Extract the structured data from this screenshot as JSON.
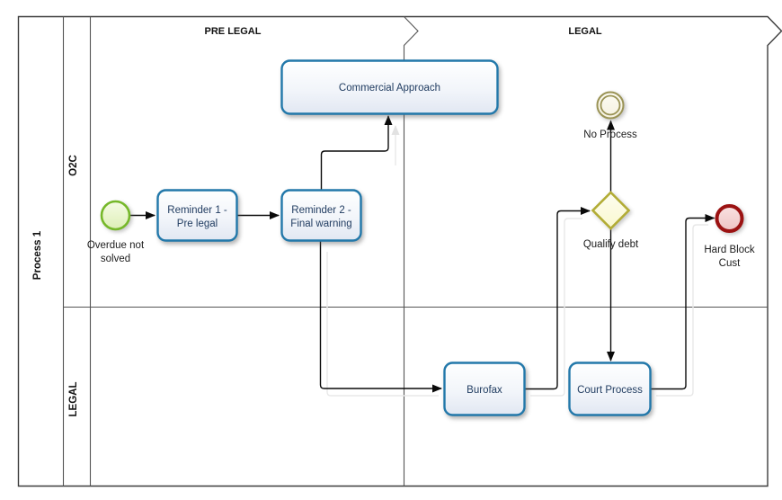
{
  "pool": {
    "name": "Process 1"
  },
  "phases": [
    {
      "label": "PRE LEGAL"
    },
    {
      "label": "LEGAL"
    }
  ],
  "lanes": [
    {
      "label": "O2C"
    },
    {
      "label": "LEGAL"
    }
  ],
  "nodes": {
    "start": {
      "type": "start-event",
      "line1": "Overdue not",
      "line2": "solved"
    },
    "reminder1": {
      "type": "task",
      "line1": "Reminder 1 -",
      "line2": "Pre legal"
    },
    "reminder2": {
      "type": "task",
      "line1": "Reminder 2 -",
      "line2": "Final warning"
    },
    "commercial": {
      "type": "task",
      "label": "Commercial Approach"
    },
    "burofax": {
      "type": "task",
      "label": "Burofax"
    },
    "court": {
      "type": "task",
      "label": "Court Process"
    },
    "qualify": {
      "type": "gateway",
      "label": "Qualify debt"
    },
    "noprocess": {
      "type": "intermediate-event",
      "label": "No Process"
    },
    "hardblock": {
      "type": "end-event",
      "line1": "Hard Block",
      "line2": "Cust"
    }
  },
  "connections": [
    {
      "from": "start",
      "to": "reminder1"
    },
    {
      "from": "reminder1",
      "to": "reminder2"
    },
    {
      "from": "reminder2",
      "to": "commercial"
    },
    {
      "from": "reminder2",
      "to": "burofax"
    },
    {
      "from": "burofax",
      "to": "qualify"
    },
    {
      "from": "qualify",
      "to": "noprocess"
    },
    {
      "from": "qualify",
      "to": "court"
    },
    {
      "from": "court",
      "to": "hardblock"
    }
  ],
  "colors": {
    "task_border": "#2278aa",
    "task_fill_bottom": "#e1e7f2",
    "start_border": "#76b82a",
    "start_fill": "#ddefb6",
    "gateway_border": "#b2ac35",
    "gateway_fill": "#faf8cf",
    "end_border": "#9b1212",
    "end_fill": "#eec2c2",
    "intermediate_border": "#9a9355",
    "intermediate_fill": "#f5f1e0",
    "flow_line": "#0a0a0a",
    "frame_line": "#3d3d3d"
  }
}
